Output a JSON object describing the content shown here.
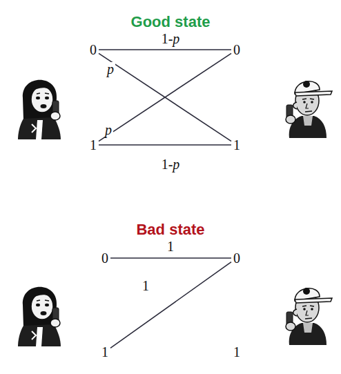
{
  "diagram": {
    "nodes": [
      {
        "text": [
          "0"
        ]
      },
      {
        "text": [
          "0"
        ]
      },
      {
        "text": [
          "1"
        ]
      },
      {
        "text": [
          "1"
        ]
      },
      {
        "text": [
          "0"
        ]
      },
      {
        "text": [
          "0"
        ]
      },
      {
        "text": [
          "1"
        ]
      },
      {
        "text": [
          "1"
        ]
      }
    ],
    "edges": [
      {
        "from": 0,
        "to": 1,
        "arrow": "none",
        "label": "1-p"
      },
      {
        "from": 0,
        "to": 3,
        "arrow": "none",
        "label": "p"
      },
      {
        "from": 2,
        "to": 1,
        "arrow": "none",
        "label": "p"
      },
      {
        "from": 2,
        "to": 3,
        "arrow": "none",
        "label": "1-p"
      },
      {
        "from": 4,
        "to": 5,
        "arrow": "none",
        "label": "1"
      },
      {
        "from": 6,
        "to": 5,
        "arrow": "none",
        "label": "1"
      }
    ],
    "labels": [
      "Good state",
      "Bad state"
    ]
  }
}
